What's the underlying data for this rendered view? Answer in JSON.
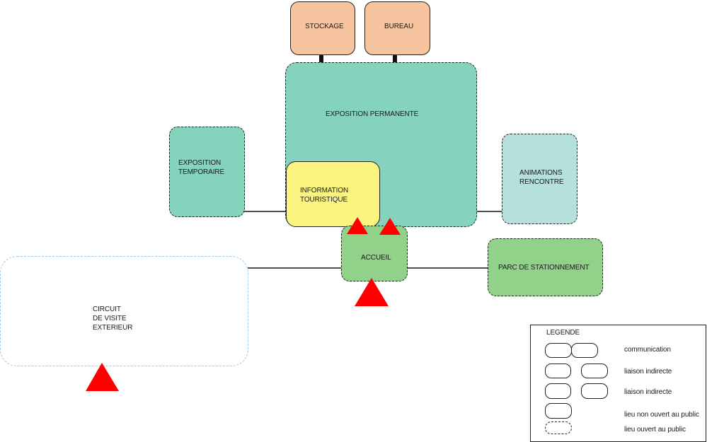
{
  "nodes": {
    "stockage": "STOCKAGE",
    "bureau": "BUREAU",
    "exposition_permanente": "EXPOSITION PERMANENTE",
    "exposition_temporaire": "EXPOSITION\nTEMPORAIRE",
    "information_touristique": "INFORMATION\nTOURISTIQUE",
    "animations_rencontre": "ANIMATIONS\nRENCONTRE",
    "accueil": "ACCUEIL",
    "parc_de_stationnement": "PARC DE STATIONNEMENT",
    "circuit_de_visite_exterieur": "CIRCUIT\nDE VISITE\nEXTERIEUR"
  },
  "legend": {
    "title": "LEGENDE",
    "items": [
      "communication",
      "liaison indirecte",
      "liaison indirecte",
      "lieu non ouvert au public",
      "lieu ouvert au public"
    ]
  },
  "colors": {
    "service_orange": "#f7c4a0",
    "exhibit_teal": "#86d3bd",
    "info_yellow": "#fbf47f",
    "animation_lightblue": "#b5e0dc",
    "welcome_green": "#92d18a",
    "circuit_border": "#9ec9e8",
    "entrance_red": "#ff0000"
  }
}
